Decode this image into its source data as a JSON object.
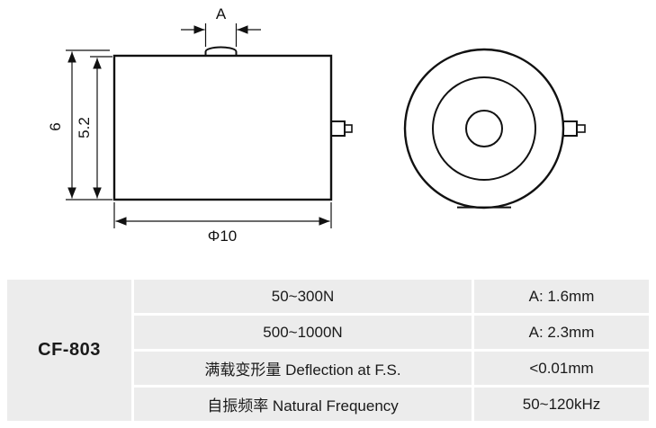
{
  "drawing": {
    "dim_a": "A",
    "dim_height_total": "6",
    "dim_height_body": "5.2",
    "dim_diameter": "Φ10"
  },
  "table": {
    "model": "CF-803",
    "rows": [
      {
        "spec": "50~300N",
        "value": "A: 1.6mm"
      },
      {
        "spec": "500~1000N",
        "value": "A: 2.3mm"
      },
      {
        "spec": "满载变形量 Deflection at F.S.",
        "value": "<0.01mm"
      },
      {
        "spec": "自振频率 Natural Frequency",
        "value": "50~120kHz"
      }
    ]
  },
  "colors": {
    "line": "#111111",
    "table_cell_bg": "#ececec",
    "text": "#1a1a1a"
  }
}
